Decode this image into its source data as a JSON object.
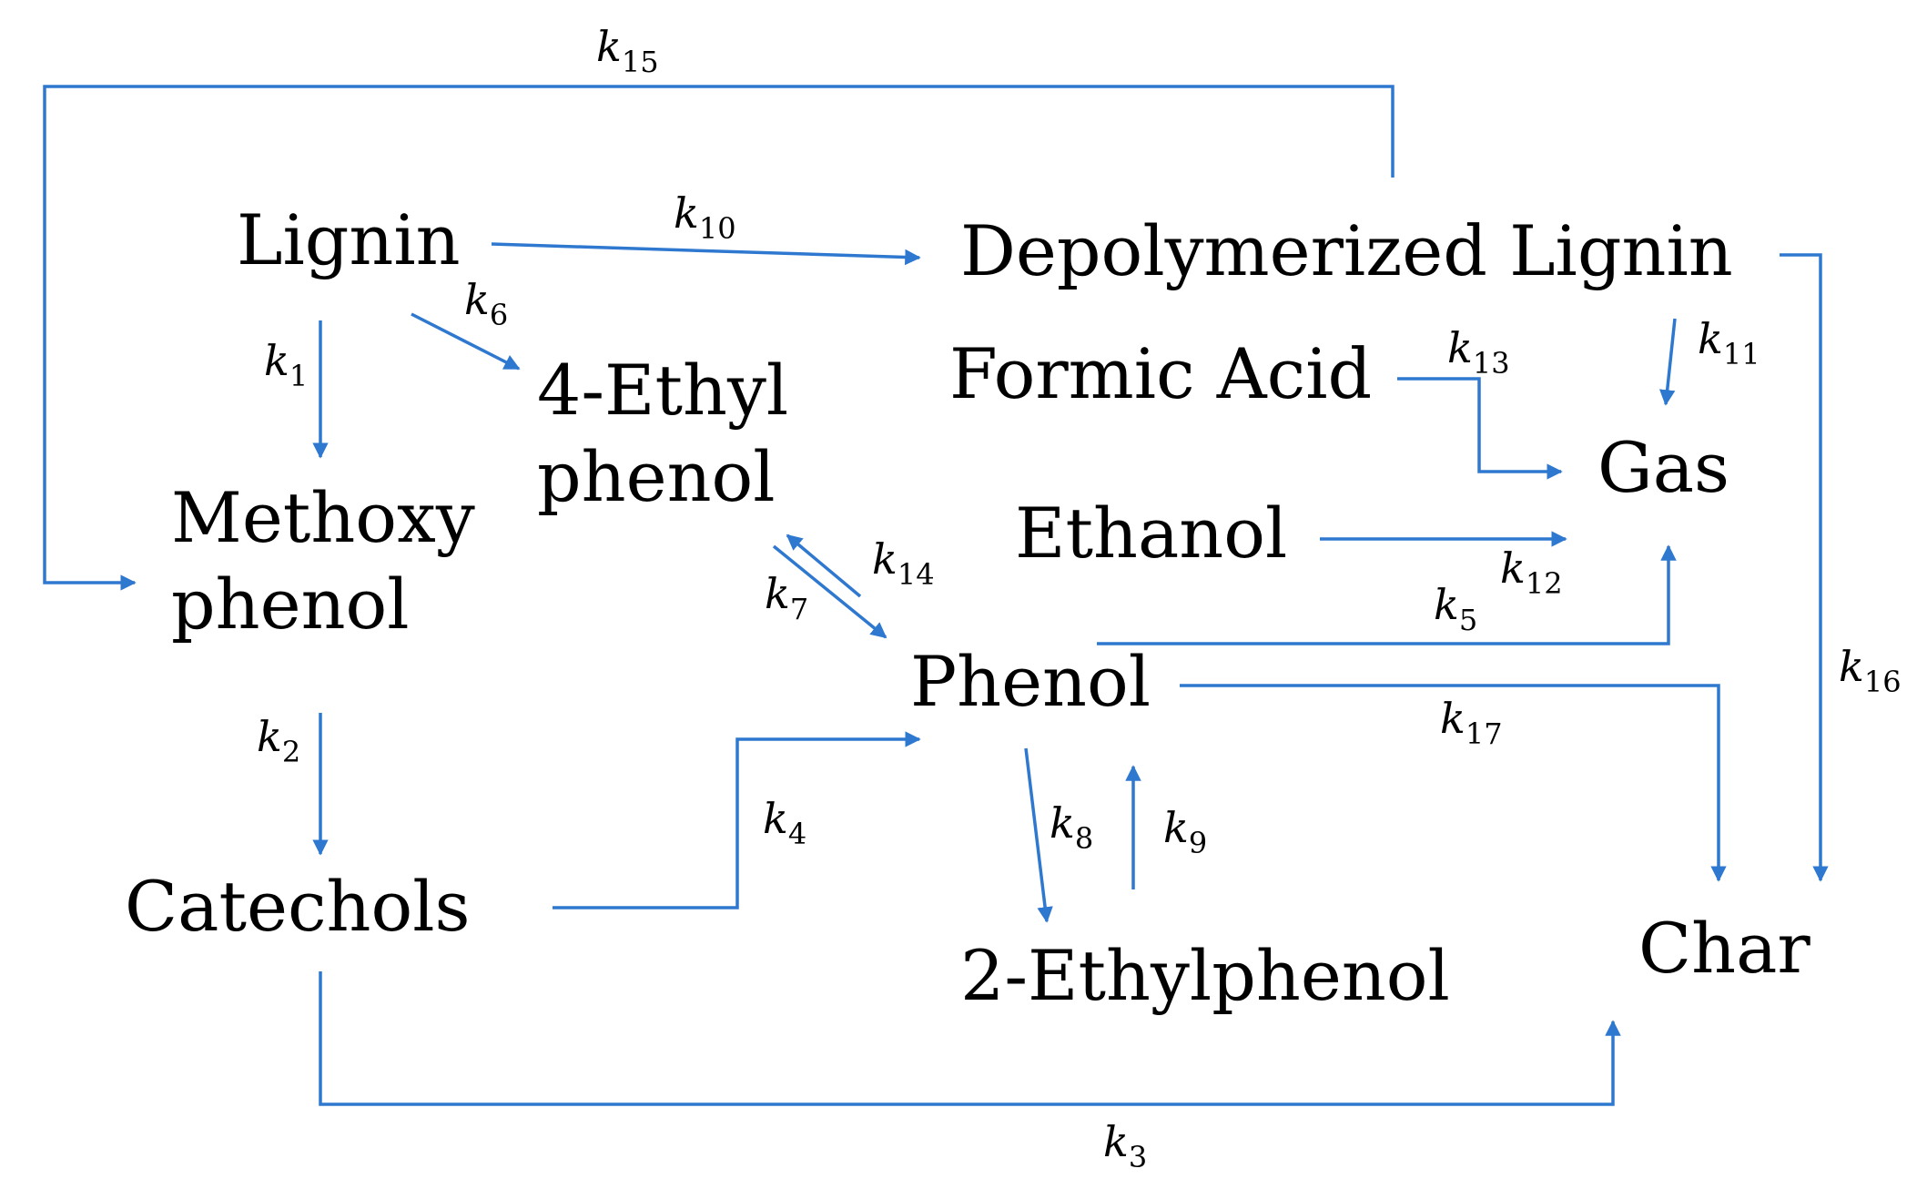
{
  "colors": {
    "arrow": "#2f78d0",
    "text": "#000000",
    "background": "#ffffff"
  },
  "nodes": {
    "lignin": "Lignin",
    "depolymerized_lignin": "Depolymerized Lignin",
    "ethylphenol_4_line1": "4-Ethyl",
    "ethylphenol_4_line2": "phenol",
    "formic_acid": "Formic Acid",
    "gas": "Gas",
    "methoxyphenol_line1": "Methoxy",
    "methoxyphenol_line2": "phenol",
    "ethanol": "Ethanol",
    "phenol": "Phenol",
    "catechols": "Catechols",
    "ethylphenol_2": "2-Ethylphenol",
    "char": "Char"
  },
  "rate_constants": {
    "symbol": "k",
    "k1": "1",
    "k2": "2",
    "k3": "3",
    "k4": "4",
    "k5": "5",
    "k6": "6",
    "k7": "7",
    "k8": "8",
    "k9": "9",
    "k10": "10",
    "k11": "11",
    "k12": "12",
    "k13": "13",
    "k14": "14",
    "k15": "15",
    "k16": "16",
    "k17": "17"
  }
}
